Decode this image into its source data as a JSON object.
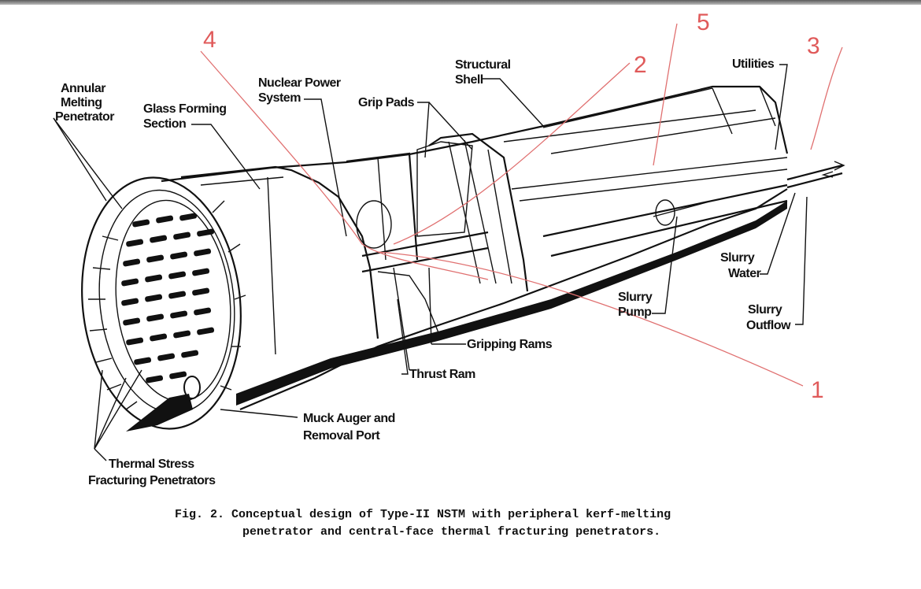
{
  "labels": {
    "annular_1": "Annular",
    "annular_2": "Melting",
    "annular_3": "Penetrator",
    "glass_1": "Glass Forming",
    "glass_2": "Section",
    "nuclear_1": "Nuclear Power",
    "nuclear_2": "System",
    "grip_pads": "Grip Pads",
    "structural_1": "Structural",
    "structural_2": "Shell",
    "utilities": "Utilities",
    "slurry_water_1": "Slurry",
    "slurry_water_2": "Water",
    "slurry_pump_1": "Slurry",
    "slurry_pump_2": "Pump",
    "slurry_outflow_1": "Slurry",
    "slurry_outflow_2": "Outflow",
    "gripping_rams": "Gripping Rams",
    "thrust_ram": "Thrust Ram",
    "muck_1": "Muck Auger and",
    "muck_2": "Removal Port",
    "thermal_1": "Thermal Stress",
    "thermal_2": "Fracturing Penetrators"
  },
  "annotations": {
    "n1": "1",
    "n2": "2",
    "n3": "3",
    "n4": "4",
    "n5": "5"
  },
  "caption": {
    "line1": "Fig. 2.  Conceptual design of Type-II NSTM with peripheral kerf-melting",
    "line2": "penetrator and central-face thermal fracturing penetrators."
  },
  "colors": {
    "ink": "#111111",
    "annotation": "#e05a5a",
    "background": "#ffffff"
  }
}
